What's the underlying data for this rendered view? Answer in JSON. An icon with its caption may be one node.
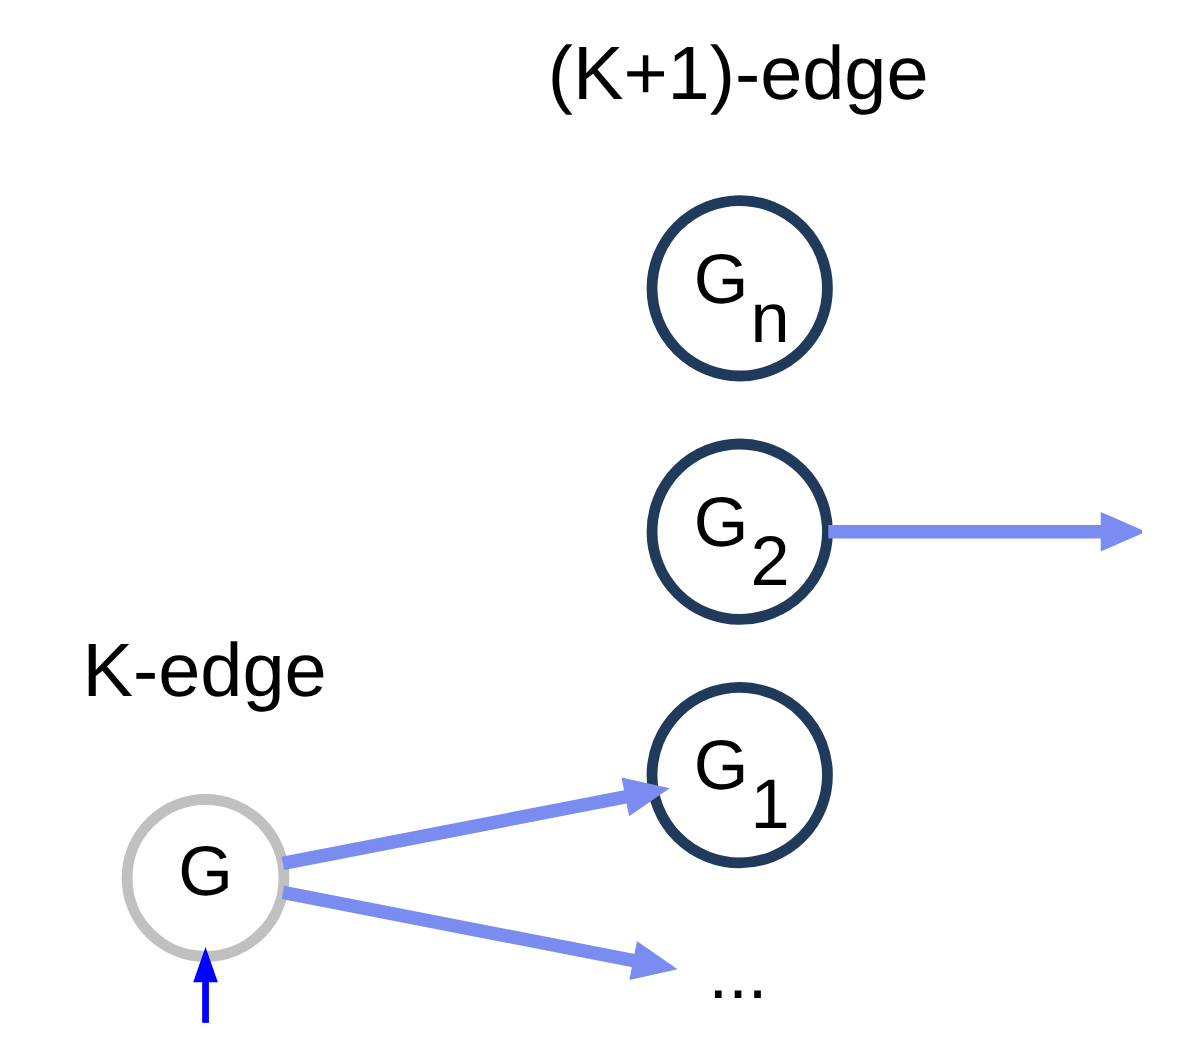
{
  "diagram": {
    "nodes": [
      {
        "text": [
          "G"
        ]
      },
      {
        "text": [
          "G$_{1}$"
        ]
      },
      {
        "text": [
          "G$_{2}$"
        ]
      },
      {
        "text": [
          "..."
        ]
      },
      {
        "text": [
          "G$_{n}$"
        ]
      }
    ],
    "edges": [
      {
        "from": 0,
        "to": 1,
        "arrow": "to"
      },
      {
        "from": 0,
        "to": 3,
        "arrow": "to"
      },
      {
        "from": 2,
        "to": null,
        "arrow": "to"
      },
      {
        "from": null,
        "to": 0,
        "arrow": "to",
        "color": "#0000ff"
      }
    ],
    "labels": [
      "K-edge",
      "(K+1)-edge"
    ]
  }
}
